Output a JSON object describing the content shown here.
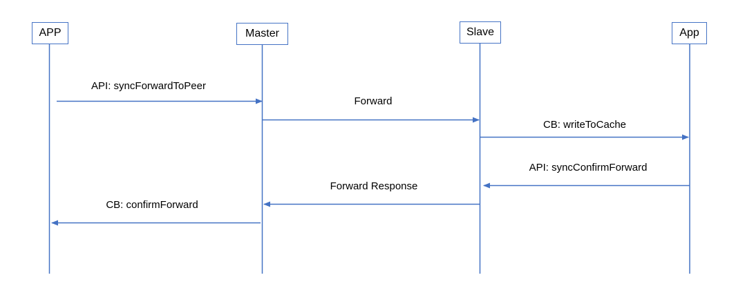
{
  "diagram": {
    "type": "sequence-diagram",
    "colors": {
      "accent": "#4472C4",
      "text": "#000000",
      "background": "#FFFFFF"
    },
    "actors": [
      {
        "label": "APP"
      },
      {
        "label": "Master"
      },
      {
        "label": "Slave"
      },
      {
        "label": "App"
      }
    ],
    "messages": [
      {
        "label": "API: syncForwardToPeer",
        "from": "APP",
        "to": "Master",
        "direction": "right"
      },
      {
        "label": "Forward",
        "from": "Master",
        "to": "Slave",
        "direction": "right"
      },
      {
        "label": "CB: writeToCache",
        "from": "Slave",
        "to": "App",
        "direction": "right"
      },
      {
        "label": "API: syncConfirmForward",
        "from": "App",
        "to": "Slave",
        "direction": "left"
      },
      {
        "label": "Forward Response",
        "from": "Slave",
        "to": "Master",
        "direction": "left"
      },
      {
        "label": "CB: confirmForward",
        "from": "Master",
        "to": "APP",
        "direction": "left"
      }
    ]
  }
}
